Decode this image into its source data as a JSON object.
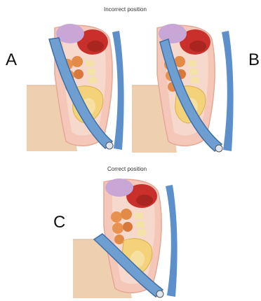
{
  "figure": {
    "caption_top": "Incorrect position",
    "caption_bottom": "Correct position",
    "panels": [
      {
        "label": "A"
      },
      {
        "label": "B"
      },
      {
        "label": "C"
      }
    ]
  },
  "colors": {
    "skin": "#f4c7b8",
    "flesh": "#e8a595",
    "pelvis": "#f3d27a",
    "intestine": "#e9924f",
    "belt": "#6e9fd0",
    "belt_edge": "#3e6fa8",
    "seat": "#eecfb0",
    "organ_red": "#c9302c",
    "organ_purple": "#c8a7d6"
  }
}
